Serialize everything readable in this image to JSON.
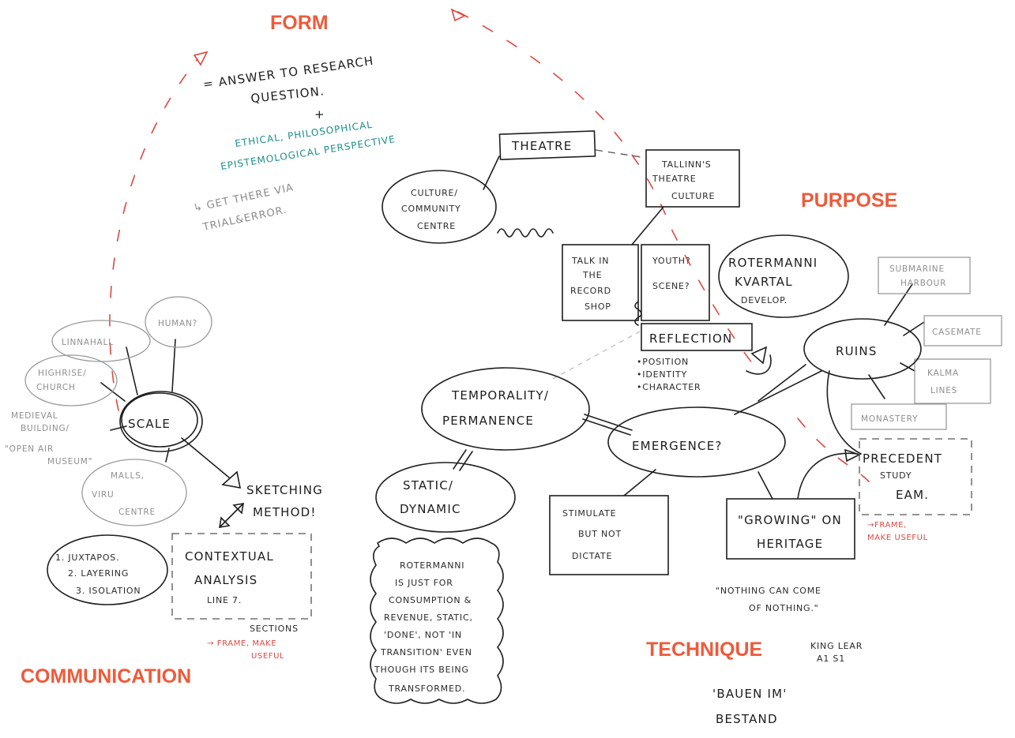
{
  "categories": {
    "form": "FORM",
    "purpose": "PURPOSE",
    "technique": "TECHNIQUE",
    "communication": "COMMUNICATION"
  },
  "form_notes": {
    "line1": "= ANSWER TO RESEARCH",
    "line2": "QUESTION.",
    "plus": "+",
    "teal1": "ETHICAL, PHILOSOPHICAL",
    "teal2": "EPISTEMOLOGICAL PERSPECTIVE",
    "grey1": "↳ GET THERE VIA",
    "grey2": "TRIAL&ERROR."
  },
  "nodes": {
    "theatre": "THEATRE",
    "tallinn1": "TALLINN'S",
    "tallinn2": "THEATRE",
    "tallinn3": "CULTURE",
    "culture1": "CULTURE/",
    "culture2": "COMMUNITY",
    "culture3": "CENTRE",
    "talk1": "TALK IN",
    "talk2": "THE",
    "talk3": "RECORD",
    "talk4": "SHOP",
    "youth1": "YOUTH?",
    "youth2": "SCENE?",
    "roter1": "ROTERMANNI",
    "roter2": "KVARTAL",
    "roter3": "DEVELOP.",
    "submarine1": "SUBMARINE",
    "submarine2": "HARBOUR",
    "casemate": "CASEMATE",
    "kalma1": "KALMA",
    "kalma2": "LINES",
    "monastery": "MONASTERY",
    "ruins": "RUINS",
    "reflection": "REFLECTION",
    "refl1": "•POSITION",
    "refl2": "•IDENTITY",
    "refl3": "•CHARACTER",
    "temporality1": "TEMPORALITY/",
    "temporality2": "PERMANENCE",
    "emergence": "EMERGENCE?",
    "static1": "STATIC/",
    "static2": "DYNAMIC",
    "stimulate1": "STIMULATE",
    "stimulate2": "BUT NOT",
    "stimulate3": "DICTATE",
    "growing1": "\"GROWING\" ON",
    "growing2": "HERITAGE",
    "precedent1": "PRECEDENT",
    "precedent2": "STUDY",
    "precedent3": "EAM.",
    "precedent_red1": "→FRAME,",
    "precedent_red2": "MAKE USEFUL",
    "scale": "SCALE",
    "linnahall": "LINNAHALL",
    "human": "HUMAN?",
    "highrise1": "HIGHRISE/",
    "highrise2": "CHURCH",
    "medieval1": "MEDIEVAL",
    "medieval2": "BUILDING/",
    "medieval3": "\"OPEN AIR",
    "medieval4": "MUSEUM\"",
    "malls1": "MALLS,",
    "malls2": "VIRU",
    "malls3": "CENTRE",
    "sketching1": "SKETCHING",
    "sketching2": "METHOD!",
    "juxta1": "1. JUXTAPOS.",
    "juxta2": "2. LAYERING",
    "juxta3": "3. ISOLATION",
    "contextual1": "CONTEXTUAL",
    "contextual2": "ANALYSIS",
    "contextual3": "LINE 7.",
    "sections": "SECTIONS",
    "sections_red1": "→ FRAME, MAKE",
    "sections_red2": "USEFUL",
    "rotermanni_cloud": [
      "ROTERMANNI",
      "IS JUST FOR",
      "CONSUMPTION &",
      "REVENUE, STATIC,",
      "'DONE', NOT 'IN",
      "TRANSITION' EVEN",
      "THOUGH ITS BEING",
      "TRANSFORMED."
    ]
  },
  "quotes": {
    "q1": "\"NOTHING CAN COME",
    "q2": "OF NOTHING.\"",
    "q3": "KING LEAR",
    "q4": "A1 S1",
    "q5": "'BAUEN IM'",
    "q6": "BESTAND"
  },
  "colors": {
    "category": "#ef5a3a",
    "teal": "#1b8f8a",
    "red_ink": "#e0473f",
    "ink": "#1e1e1e",
    "grey_ink": "#8a8a8a"
  }
}
